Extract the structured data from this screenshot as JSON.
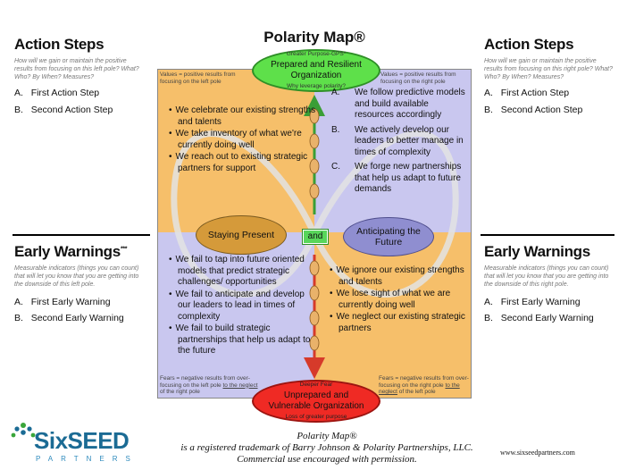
{
  "left_panel": {
    "action_title": "Action Steps",
    "action_note": "How will we gain or maintain the positive results from focusing on this left pole? What? Who? By When? Measures?",
    "action_items": [
      {
        "letter": "A.",
        "text": "First Action Step"
      },
      {
        "letter": "B.",
        "text": "Second Action Step"
      }
    ],
    "warn_title": "Early Warnings",
    "warn_sup": "***",
    "warn_note": "Measurable indicators (things you can count) that will let you know that you are getting into the downside of this left pole.",
    "warn_items": [
      {
        "letter": "A.",
        "text": "First Early Warning"
      },
      {
        "letter": "B.",
        "text": "Second Early Warning"
      }
    ]
  },
  "right_panel": {
    "action_title": "Action Steps",
    "action_note": "How will we gain or maintain the positive results from focusing on this right pole? What? Who? By When? Measures?",
    "action_items": [
      {
        "letter": "A.",
        "text": "First Action Step"
      },
      {
        "letter": "B.",
        "text": "Second Action Step"
      }
    ],
    "warn_title": "Early Warnings",
    "warn_note": "Measurable indicators (things you can count) that will let you know that you are getting into the downside of this right pole.",
    "warn_items": [
      {
        "letter": "A.",
        "text": "First Early Warning"
      },
      {
        "letter": "B.",
        "text": "Second Early Warning"
      }
    ]
  },
  "map": {
    "title": "Polarity Map®",
    "top_oval": {
      "small_top": "Greater Purpose-GPS*",
      "label": "Prepared and Resilient Organization",
      "small_bottom": "Why leverage polarity?"
    },
    "bottom_oval": {
      "small_top": "Deeper Fear",
      "label": "Unprepared and Vulnerable Organization",
      "small_bottom": "Loss of greater purpose"
    },
    "left_pole": "Staying Present",
    "right_pole": "Anticipating the Future",
    "and_label": "and",
    "values_note_left": "Values = positive results from focusing on the left pole",
    "values_note_right": "Values = positive results from focusing on the right pole",
    "fears_note_left": "Fears = negative results from over-focusing on the left pole",
    "fears_note_left_2": "to the neglect",
    "fears_note_left_3": "of the right pole",
    "fears_note_right": "Fears = negative results from over-focusing on the right pole",
    "fears_note_right_2": "to the neglect",
    "fears_note_right_3": "of the left pole",
    "upper_left": [
      "We celebrate our existing strengths and talents",
      "We take inventory of what we're currently doing well",
      "We reach out to existing strategic partners for support"
    ],
    "upper_right": [
      {
        "n": "A.",
        "text": "We follow predictive models and build available resources accordingly"
      },
      {
        "n": "B.",
        "text": "We actively develop our leaders to better manage in times of complexity"
      },
      {
        "n": "C.",
        "text": "We forge new partnerships that help us adapt to future demands"
      }
    ],
    "lower_left": [
      "We fail to tap into future oriented models that predict strategic challenges/ opportunities",
      "We fail to anticipate and develop our leaders to lead in times of complexity",
      "We fail to build strategic partnerships that help us adapt to the future"
    ],
    "lower_right": [
      "We ignore our existing strengths and talents",
      "We lose sight of what we are currently doing well",
      "We neglect our existing strategic partners"
    ]
  },
  "footer": {
    "logo_main": "SixSEED",
    "logo_sub": "PARTNERS",
    "line1": "Polarity Map®",
    "line2": "is a registered trademark of Barry Johnson & Polarity Partnerships, LLC.",
    "line3": "Commercial use encouraged with permission.",
    "url": "www.sixseedpartners.com"
  },
  "colors": {
    "orange": "#f6bf6a",
    "lavender": "#c9c7ef",
    "green_oval": "#5ee04a",
    "red_oval": "#ef2a24",
    "pole_left": "#d59a3a",
    "pole_right": "#8f8ed0",
    "and_box": "#58d65a"
  }
}
